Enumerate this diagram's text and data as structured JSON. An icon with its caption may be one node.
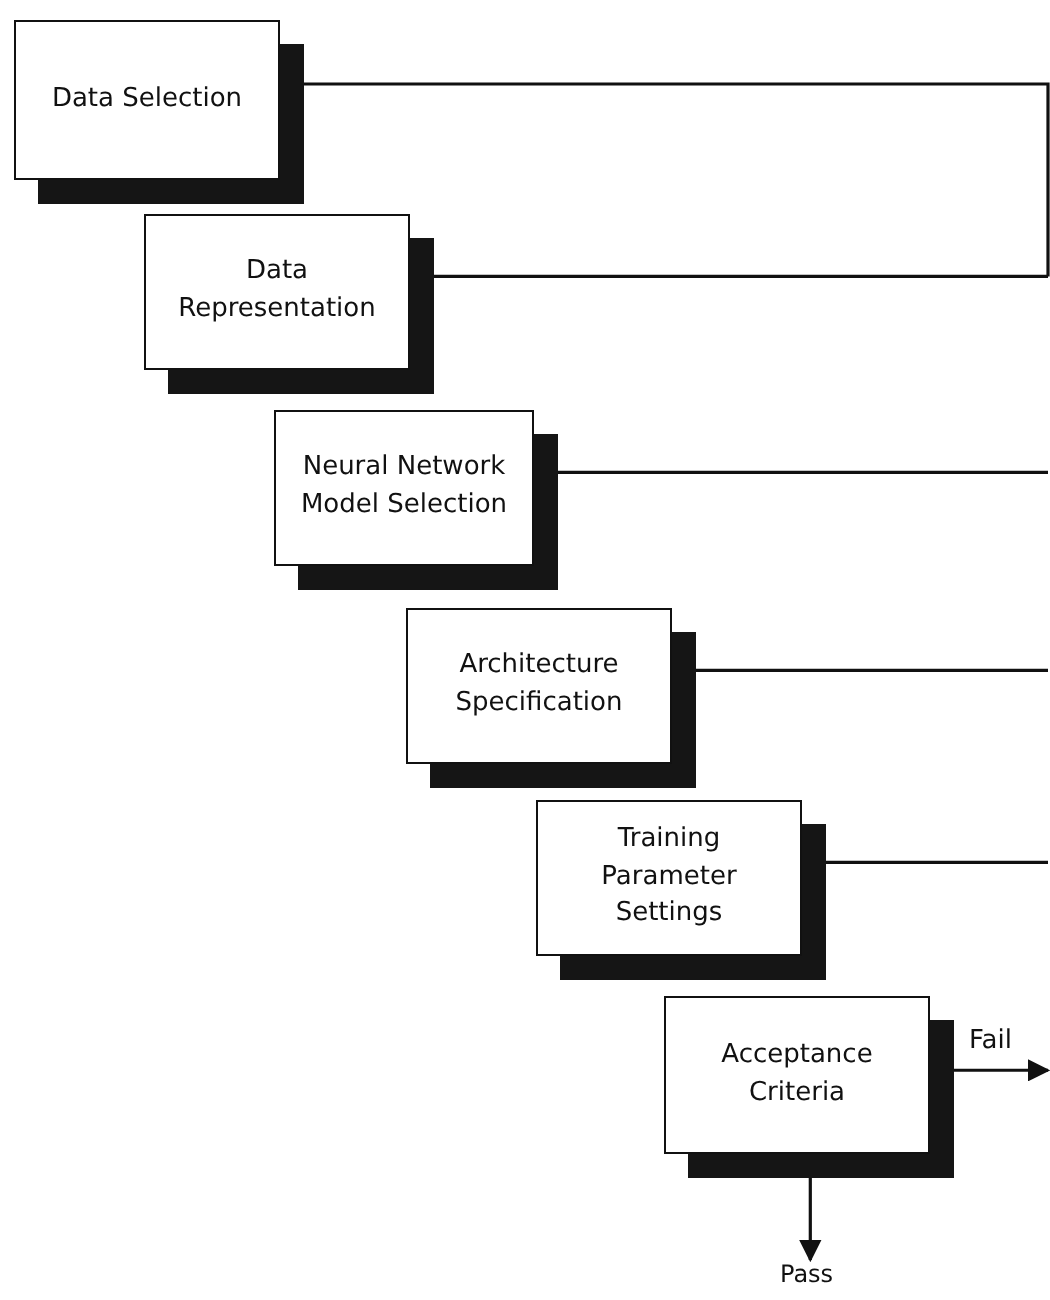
{
  "diagram": {
    "nodes": [
      {
        "text": [
          "Data Selection"
        ]
      },
      {
        "text": [
          "Data Representation"
        ]
      },
      {
        "text": [
          "Neural Network Model Selection"
        ]
      },
      {
        "text": [
          "Architecture Specification"
        ]
      },
      {
        "text": [
          "Training Parameter Settings"
        ]
      },
      {
        "text": [
          "Acceptance Criteria"
        ]
      },
      {
        "text": [
          "Pass"
        ]
      }
    ],
    "edges": [
      {
        "from": 0,
        "to": null,
        "arrow": "none"
      },
      {
        "from": 1,
        "to": null,
        "arrow": "none"
      },
      {
        "from": 2,
        "to": null,
        "arrow": "none"
      },
      {
        "from": 3,
        "to": null,
        "arrow": "none"
      },
      {
        "from": 4,
        "to": null,
        "arrow": "none"
      },
      {
        "from": 5,
        "to": null,
        "arrow": "to",
        "label": "Fail"
      },
      {
        "from": 5,
        "to": 6,
        "arrow": "to"
      }
    ]
  }
}
